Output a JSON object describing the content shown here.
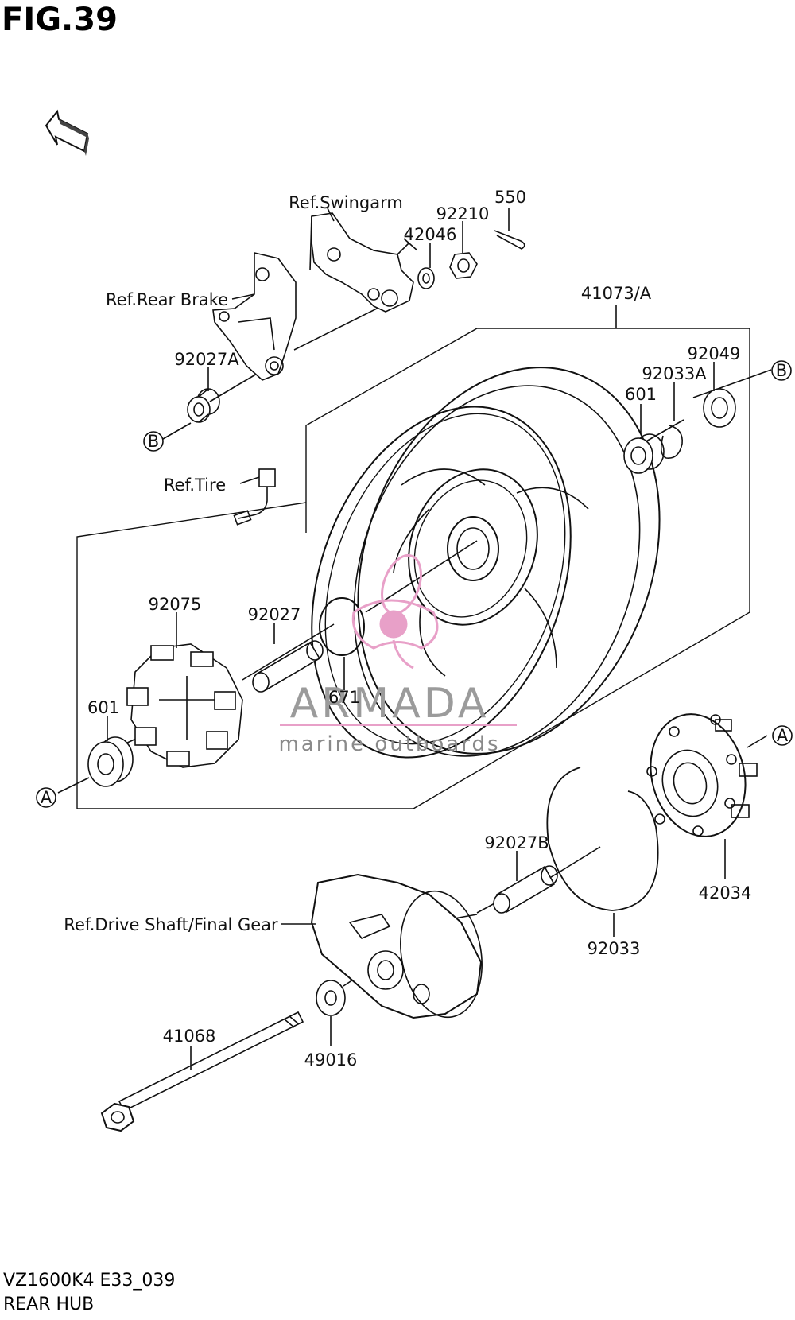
{
  "figure": {
    "title": "FIG.39",
    "model_code": "VZ1600K4 E33_039",
    "section_name": "REAR HUB",
    "fwd_label": "FWD"
  },
  "labels": {
    "ref_swingarm": "Ref.Swingarm",
    "p550": "550",
    "p92210": "92210",
    "p42046": "42046",
    "ref_rear_brake": "Ref.Rear Brake",
    "p41073": "41073/A",
    "p92049": "92049",
    "p92033a": "92033A",
    "p601_right": "601",
    "p92027a": "92027A",
    "ref_tire": "Ref.Tire",
    "p92075": "92075",
    "p92027": "92027",
    "p671": "671",
    "p601_left": "601",
    "p92027b": "92027B",
    "p42034": "42034",
    "ref_drive_shaft": "Ref.Drive Shaft/Final Gear",
    "p92033": "92033",
    "p41068": "41068",
    "p49016": "49016"
  },
  "callouts": {
    "a": "A",
    "b": "B"
  },
  "watermark": {
    "brand": "ARMADA",
    "tagline": "marine outboards",
    "accent_color": "#e8a0c8"
  }
}
